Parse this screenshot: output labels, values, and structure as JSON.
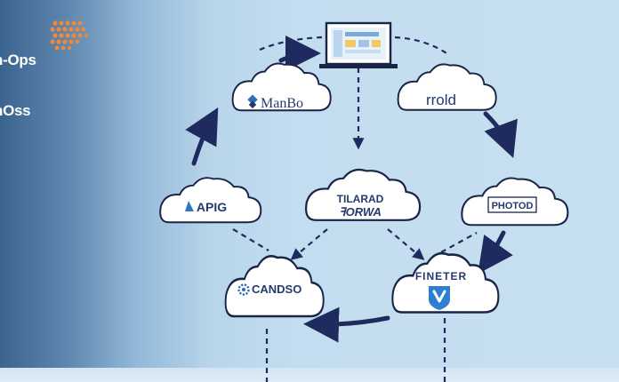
{
  "brand": {
    "line1": "n-Ops",
    "line2": "nOss",
    "accent_color": "#f0883a"
  },
  "diagram": {
    "nodes": {
      "top_monitor": {
        "icon": "monitor-dashboard-icon"
      },
      "manbo": {
        "label": "ManBo",
        "icon": "manbo-logo-icon"
      },
      "rrold": {
        "label": "rrold"
      },
      "apig": {
        "label": "APIG",
        "icon": "apig-logo-icon"
      },
      "tilarad": {
        "line1": "TILARAD",
        "line2": "ꟻORWA"
      },
      "photod": {
        "label": "PHOTOD"
      },
      "candso": {
        "label": "CANDSO",
        "icon": "gear-logo-icon"
      },
      "fineter": {
        "label": "FINETER",
        "icon": "shield-v-icon"
      }
    },
    "colors": {
      "arrow": "#1f2a5e",
      "cloud_fill": "#ffffff",
      "cloud_stroke": "#1a2446",
      "label": "#243a6e"
    }
  }
}
